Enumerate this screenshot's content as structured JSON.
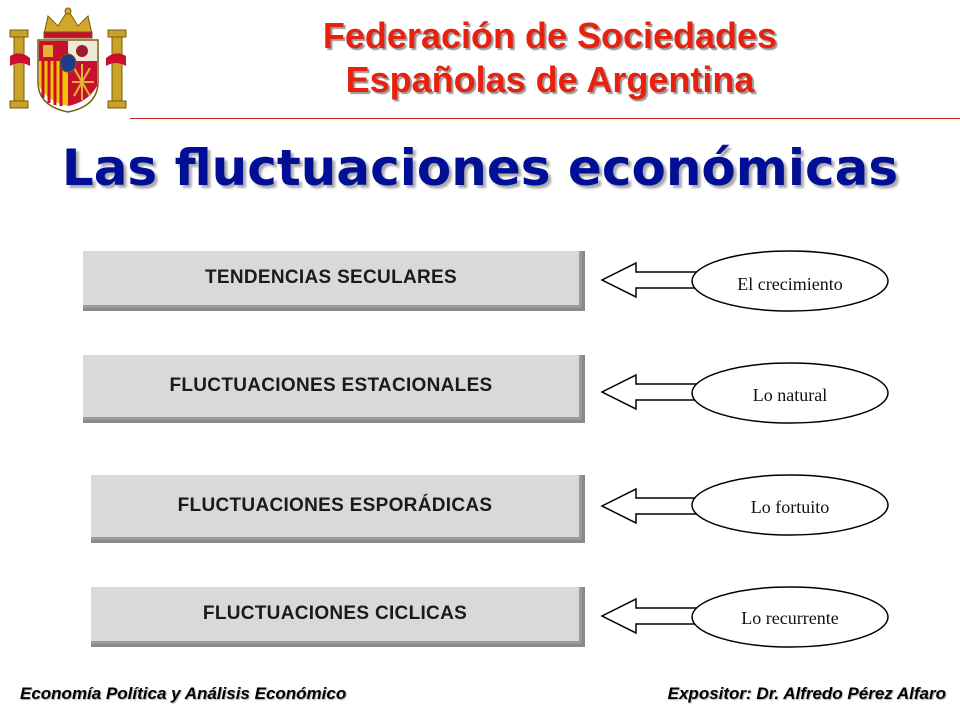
{
  "header": {
    "org_line1": "Federación de Sociedades",
    "org_line2": "Españolas de Argentina"
  },
  "title": "Las fluctuaciones económicas",
  "rows": [
    {
      "label": "TENDENCIAS SECULARES",
      "meaning": "El crecimiento"
    },
    {
      "label": "FLUCTUACIONES ESTACIONALES",
      "meaning": "Lo natural"
    },
    {
      "label": "FLUCTUACIONES ESPORÁDICAS",
      "meaning": "Lo fortuito"
    },
    {
      "label": "FLUCTUACIONES CICLICAS",
      "meaning": "Lo recurrente"
    }
  ],
  "footer": {
    "left": "Economía Política y Análisis Económico",
    "right": "Expositor: Dr. Alfredo Pérez Alfaro"
  },
  "colors": {
    "org_red": "#e8200e",
    "title_blue": "#000f96",
    "box_gray": "#d9d9d9"
  },
  "icons": {
    "crest": "spanish-coat-of-arms-icon",
    "arrow": "left-arrow-icon"
  }
}
